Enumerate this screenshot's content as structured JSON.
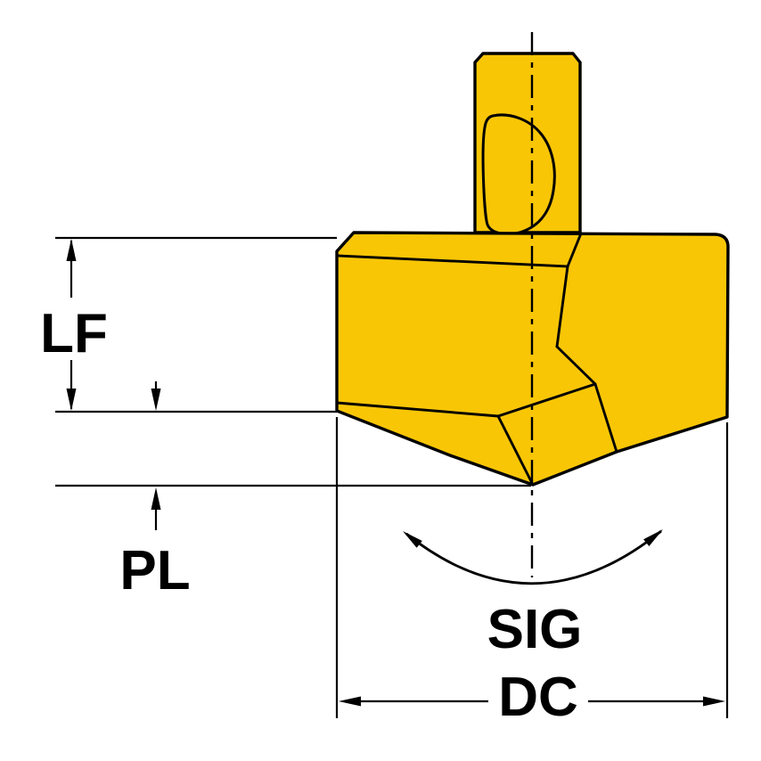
{
  "figure": {
    "labels": {
      "lf": "LF",
      "pl": "PL",
      "sig": "SIG",
      "dc": "DC"
    },
    "colors": {
      "insert_fill": "#F9C606",
      "outline": "#000000",
      "background": "#FFFFFF"
    }
  }
}
